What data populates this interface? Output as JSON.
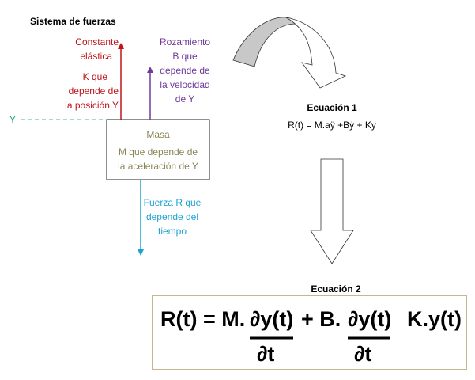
{
  "title": "Sistema de fuerzas",
  "forces": {
    "spring": {
      "line1": "Constante",
      "line2": "elástica",
      "line3": "K que",
      "line4": "depende de",
      "line5": "la posición Y",
      "color": "#c0141c"
    },
    "friction": {
      "line1": "Rozamiento",
      "line2": "B que",
      "line3": "depende de",
      "line4": "la velocidad",
      "line5": "de Y",
      "color": "#6f3a99"
    },
    "force": {
      "line1": "Fuerza R que",
      "line2": "depende del",
      "line3": "tiempo",
      "color": "#1ba3d2"
    },
    "axis_label": "Y",
    "axis_color": "#2aa673"
  },
  "mass": {
    "line1": "Masa",
    "line2": "M que depende de",
    "line3": "la aceleración de Y",
    "color": "#8a8456"
  },
  "equation1": {
    "title": "Ecuación 1",
    "formula": "R(t) = M.aÿ +Bẏ + Ky"
  },
  "equation2": {
    "title": "Ecuación 2",
    "lhs": "R(t) = M.",
    "term1_num": "∂y(t)",
    "plus": "+ B.",
    "term2_num": "∂y(t)",
    "term3": "K.y(t)",
    "den1": "∂t",
    "den2": "∂t"
  }
}
